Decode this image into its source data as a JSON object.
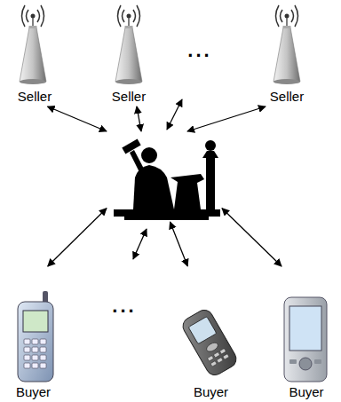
{
  "diagram": {
    "nodes": [
      {
        "text": [
          "Seller"
        ]
      },
      {
        "text": [
          "Seller"
        ]
      },
      {
        "text": [
          "Seller"
        ]
      },
      {
        "text": []
      },
      {
        "text": [
          "Buyer"
        ]
      },
      {
        "text": [
          "Buyer"
        ]
      },
      {
        "text": [
          "Buyer"
        ]
      }
    ],
    "edges": [
      {
        "from": 0,
        "to": 3,
        "arrow": "both"
      },
      {
        "from": 1,
        "to": 3,
        "arrow": "both"
      },
      {
        "from": 2,
        "to": 3,
        "arrow": "both"
      },
      {
        "from": 3,
        "to": 4,
        "arrow": "both"
      },
      {
        "from": 3,
        "to": 5,
        "arrow": "both"
      },
      {
        "from": 3,
        "to": 6,
        "arrow": "both"
      }
    ],
    "labels": [
      "...",
      "..."
    ]
  }
}
